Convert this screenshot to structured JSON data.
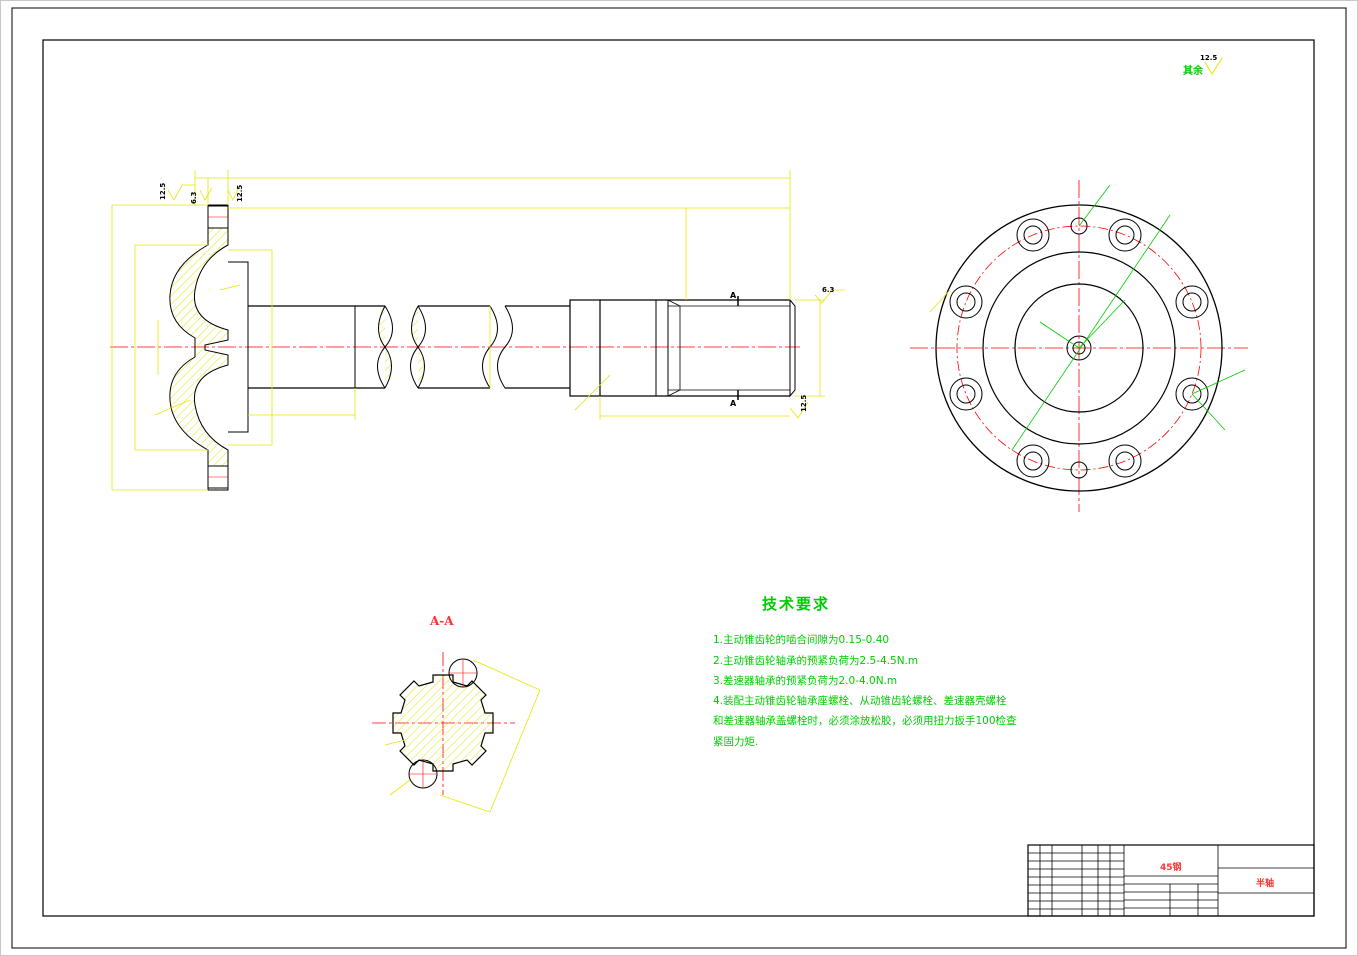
{
  "drawing": {
    "section_label": "A-A",
    "surface_finish_rest_label": "其余",
    "surface_finish_rest_value": "12.5",
    "technical_requirements": {
      "title": "技术要求",
      "lines": [
        "1.主动锥齿轮的啮合间隙为0.15-0.40",
        "2.主动锥齿轮轴承的预紧负荷为2.5-4.5N.m",
        "3.差速器轴承的预紧负荷为2.0-4.0N.m",
        "4.装配主动锥齿轮轴承座螺栓、从动锥齿轮螺栓、差速器壳螺栓",
        "和差速器轴承盖螺栓时，必须涂放松胶，必须用扭力扳手100检查",
        "紧固力矩."
      ]
    },
    "title_block": {
      "material": "45钢",
      "part_name": "半轴"
    },
    "roughness_marks": [
      "12.5",
      "6.3",
      "12.5",
      "6.3",
      "12.5"
    ],
    "section_marks": [
      "A",
      "A"
    ],
    "colors": {
      "border": "#000000",
      "outline": "#000000",
      "dimension": "#ffff00",
      "hatch": "#e6e600",
      "centerline": "#ff0000",
      "text_green": "#00cc00",
      "text_red": "#ff3333"
    }
  }
}
